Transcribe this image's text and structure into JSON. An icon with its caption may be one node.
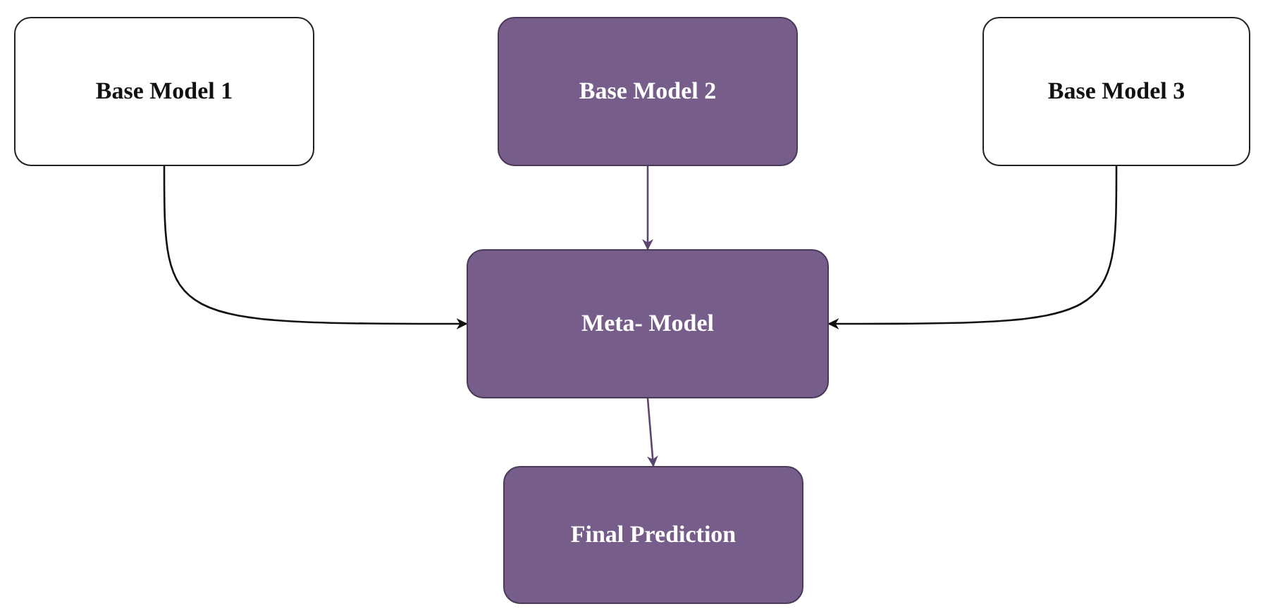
{
  "diagram": {
    "nodes": [
      {
        "text": [
          "Base Model 1"
        ]
      },
      {
        "text": [
          "Base Model 2"
        ]
      },
      {
        "text": [
          "Base Model 3"
        ]
      },
      {
        "text": [
          "Meta- Model"
        ]
      },
      {
        "text": [
          "Final Prediction"
        ]
      }
    ],
    "edges": [
      {
        "from": 0,
        "to": 3,
        "arrow": "to"
      },
      {
        "from": 1,
        "to": 3,
        "arrow": "to",
        "color": "#5a4470"
      },
      {
        "from": 2,
        "to": 3,
        "arrow": "to"
      },
      {
        "from": 3,
        "to": 4,
        "arrow": "to",
        "color": "#5a4470"
      }
    ]
  }
}
